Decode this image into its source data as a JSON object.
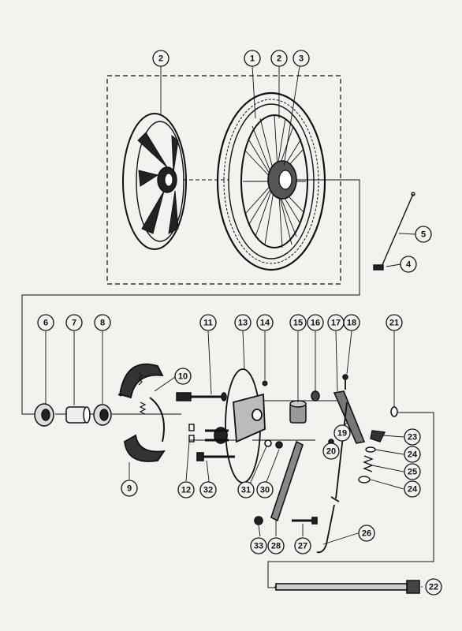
{
  "diagram": {
    "callouts": [
      {
        "id": "c1",
        "label": "1"
      },
      {
        "id": "c2a",
        "label": "2"
      },
      {
        "id": "c2b",
        "label": "2"
      },
      {
        "id": "c3",
        "label": "3"
      },
      {
        "id": "c4",
        "label": "4"
      },
      {
        "id": "c5",
        "label": "5"
      },
      {
        "id": "c6",
        "label": "6"
      },
      {
        "id": "c7",
        "label": "7"
      },
      {
        "id": "c8",
        "label": "8"
      },
      {
        "id": "c9",
        "label": "9"
      },
      {
        "id": "c10",
        "label": "10"
      },
      {
        "id": "c11",
        "label": "11"
      },
      {
        "id": "c12",
        "label": "12"
      },
      {
        "id": "c13",
        "label": "13"
      },
      {
        "id": "c14",
        "label": "14"
      },
      {
        "id": "c15",
        "label": "15"
      },
      {
        "id": "c16",
        "label": "16"
      },
      {
        "id": "c17",
        "label": "17"
      },
      {
        "id": "c18",
        "label": "18"
      },
      {
        "id": "c19",
        "label": "19"
      },
      {
        "id": "c20",
        "label": "20"
      },
      {
        "id": "c21",
        "label": "21"
      },
      {
        "id": "c22",
        "label": "22"
      },
      {
        "id": "c23",
        "label": "23"
      },
      {
        "id": "c24a",
        "label": "24"
      },
      {
        "id": "c24b",
        "label": "24"
      },
      {
        "id": "c25",
        "label": "25"
      },
      {
        "id": "c26",
        "label": "26"
      },
      {
        "id": "c27",
        "label": "27"
      },
      {
        "id": "c28",
        "label": "28"
      },
      {
        "id": "c30",
        "label": "30"
      },
      {
        "id": "c31",
        "label": "31"
      },
      {
        "id": "c32",
        "label": "32"
      },
      {
        "id": "c33",
        "label": "33"
      }
    ]
  }
}
